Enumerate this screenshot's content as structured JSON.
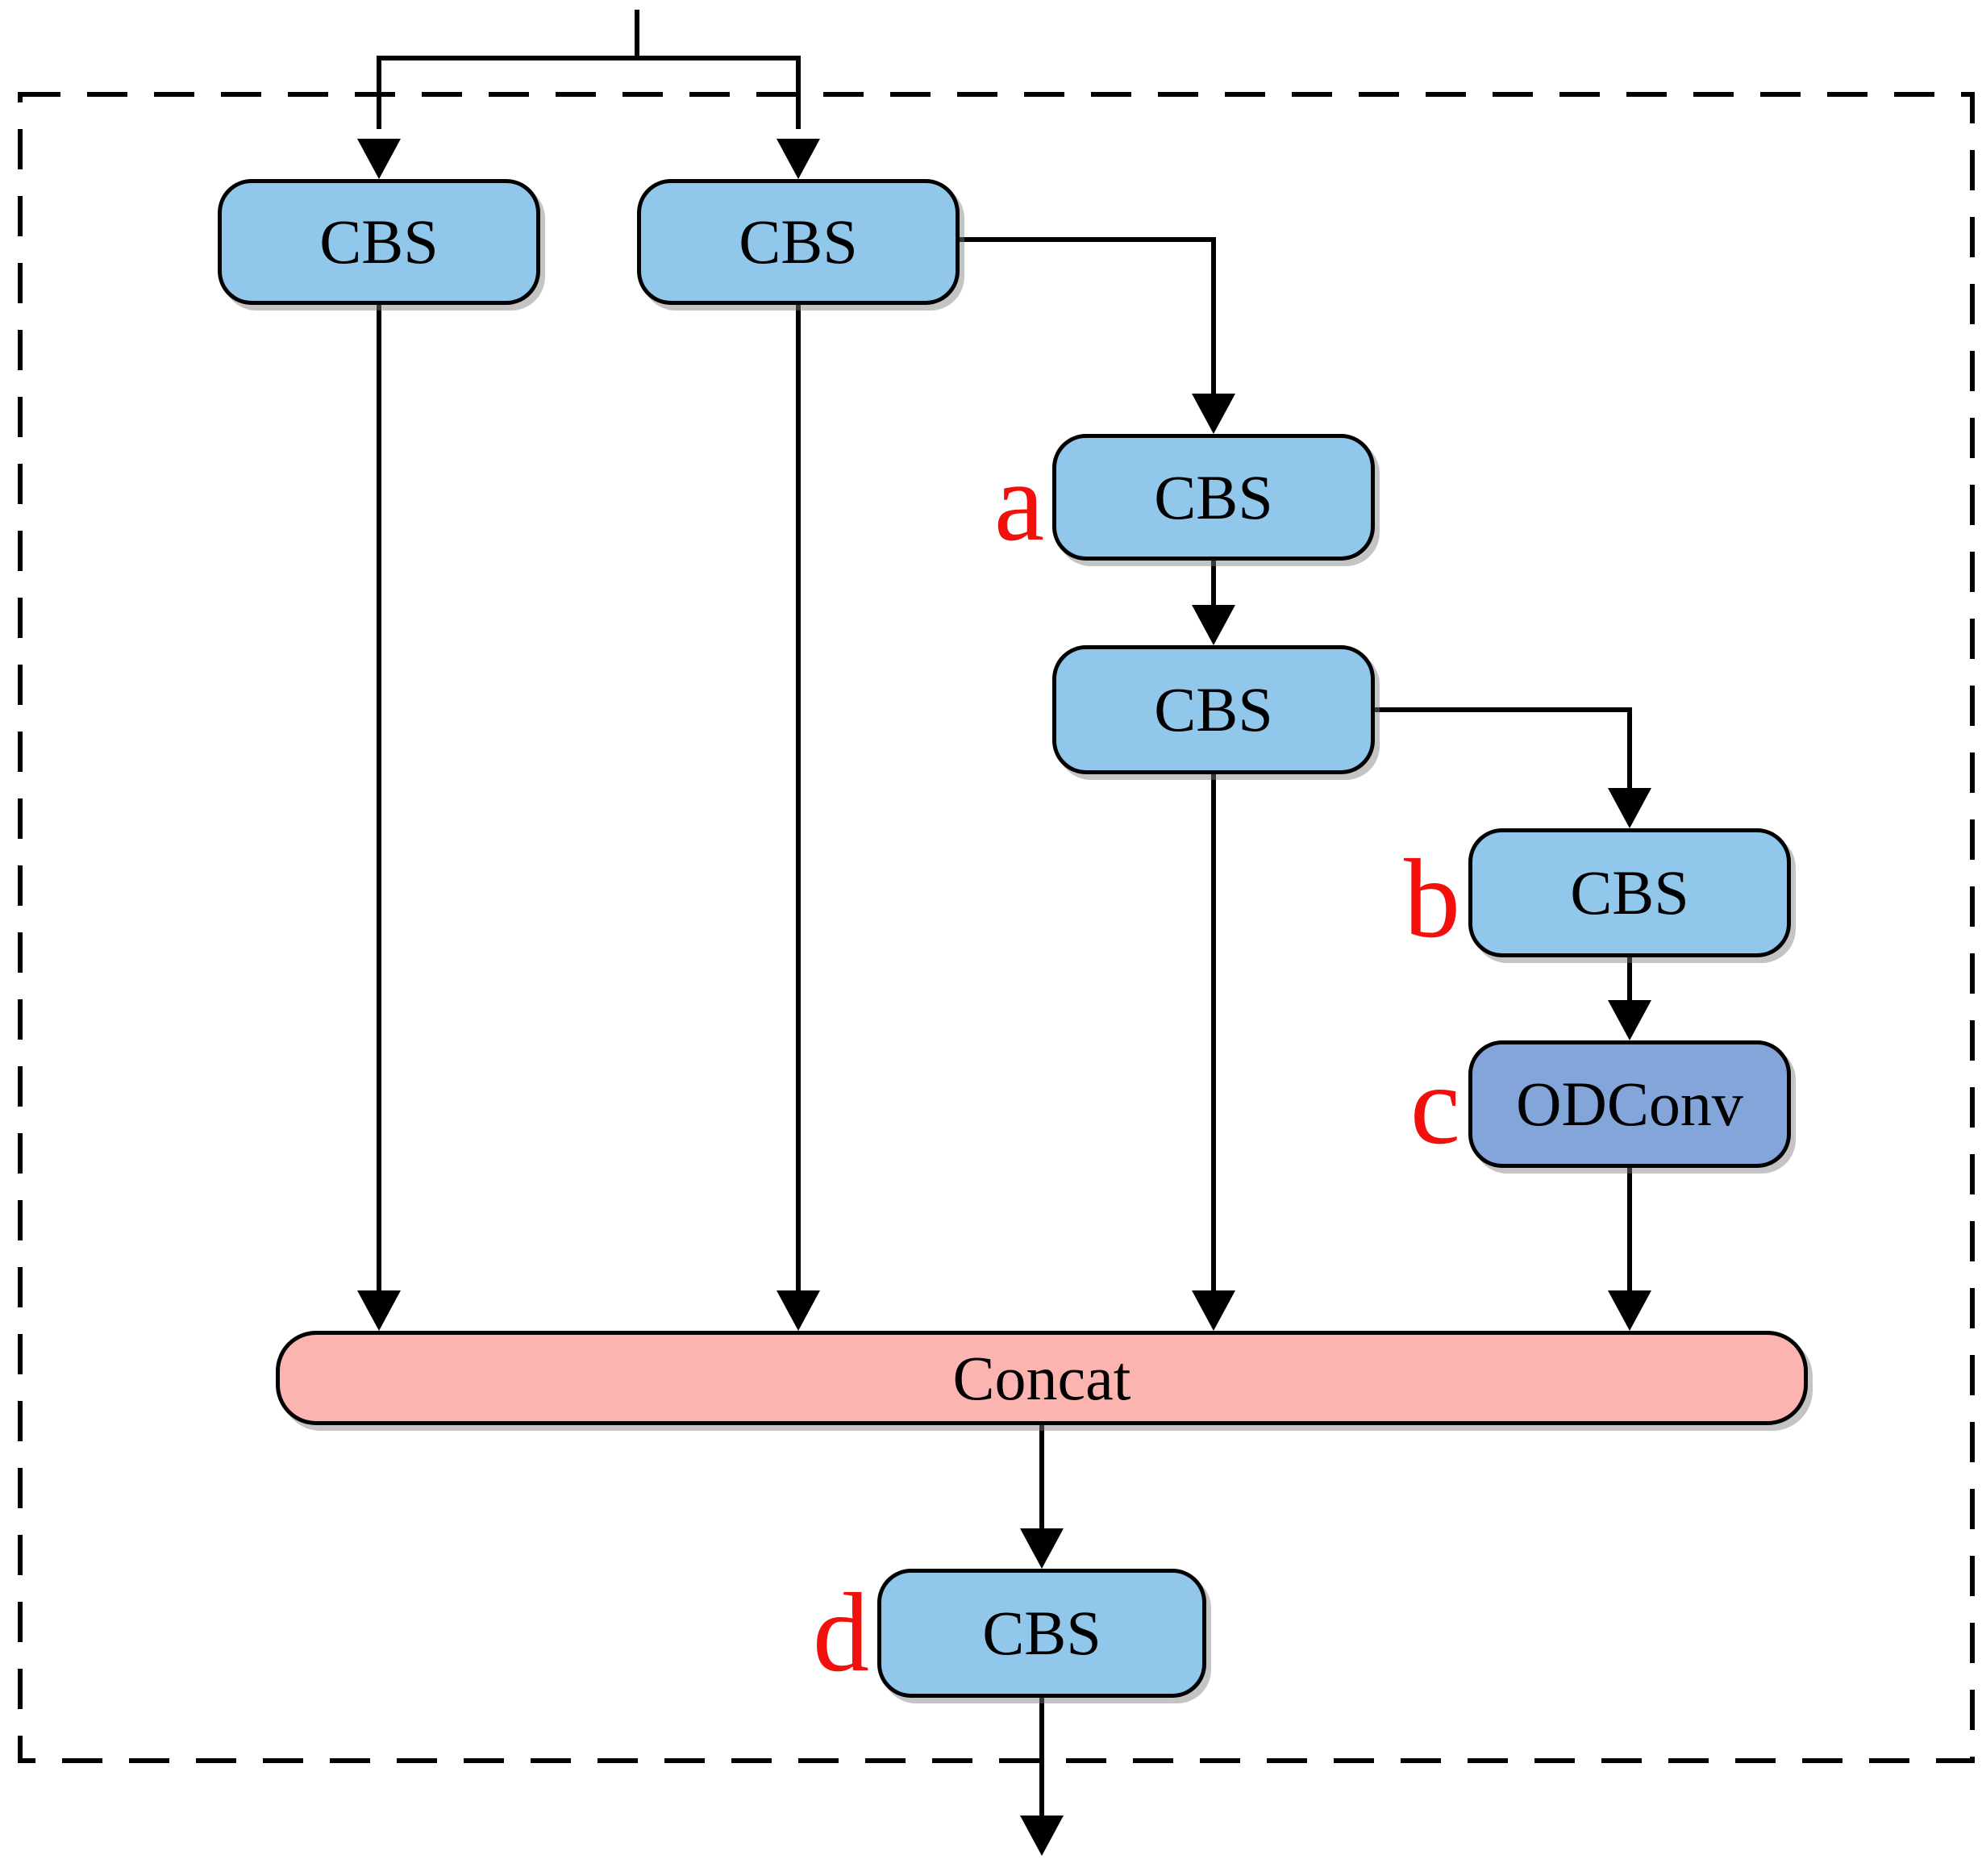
{
  "colors": {
    "cbs_fill": "#90C7EA",
    "odconv_fill": "#84A5DA",
    "concat_fill": "#FBB4B0",
    "annotation_red": "#F2100C",
    "line_black": "#000000"
  },
  "blocks": {
    "cbs_left": {
      "label": "CBS"
    },
    "cbs_right": {
      "label": "CBS"
    },
    "cbs_a": {
      "label": "CBS"
    },
    "cbs_mid": {
      "label": "CBS"
    },
    "cbs_b": {
      "label": "CBS"
    },
    "odconv": {
      "label": "ODConv"
    },
    "concat": {
      "label": "Concat"
    },
    "cbs_d": {
      "label": "CBS"
    }
  },
  "annotations": {
    "a": "a",
    "b": "b",
    "c": "c",
    "d": "d"
  }
}
